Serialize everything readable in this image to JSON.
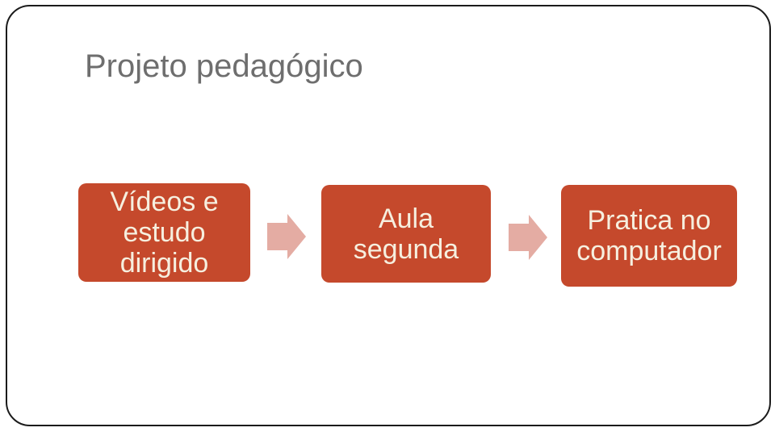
{
  "slide": {
    "title": "Projeto pedagógico",
    "diagram": {
      "type": "process-flow",
      "direction": "left-to-right",
      "steps": [
        {
          "label": "Vídeos e estudo dirigido",
          "lines": [
            "Vídeos e",
            "estudo",
            "dirigido"
          ]
        },
        {
          "label": "Aula segunda",
          "lines": [
            "Aula",
            "segunda"
          ]
        },
        {
          "label": "Pratica no computador",
          "lines": [
            "Pratica no",
            "computador"
          ]
        }
      ],
      "connectors": [
        {
          "from": 0,
          "to": 1,
          "shape": "right-block-arrow"
        },
        {
          "from": 1,
          "to": 2,
          "shape": "right-block-arrow"
        }
      ]
    },
    "colors": {
      "background": "#FFFFFF",
      "frame_border": "#1B1B1B",
      "title_text": "#6E6E6E",
      "box_fill": "#C5492C",
      "box_text": "#F6EFDF",
      "arrow_fill": "#E4ACA3"
    }
  }
}
